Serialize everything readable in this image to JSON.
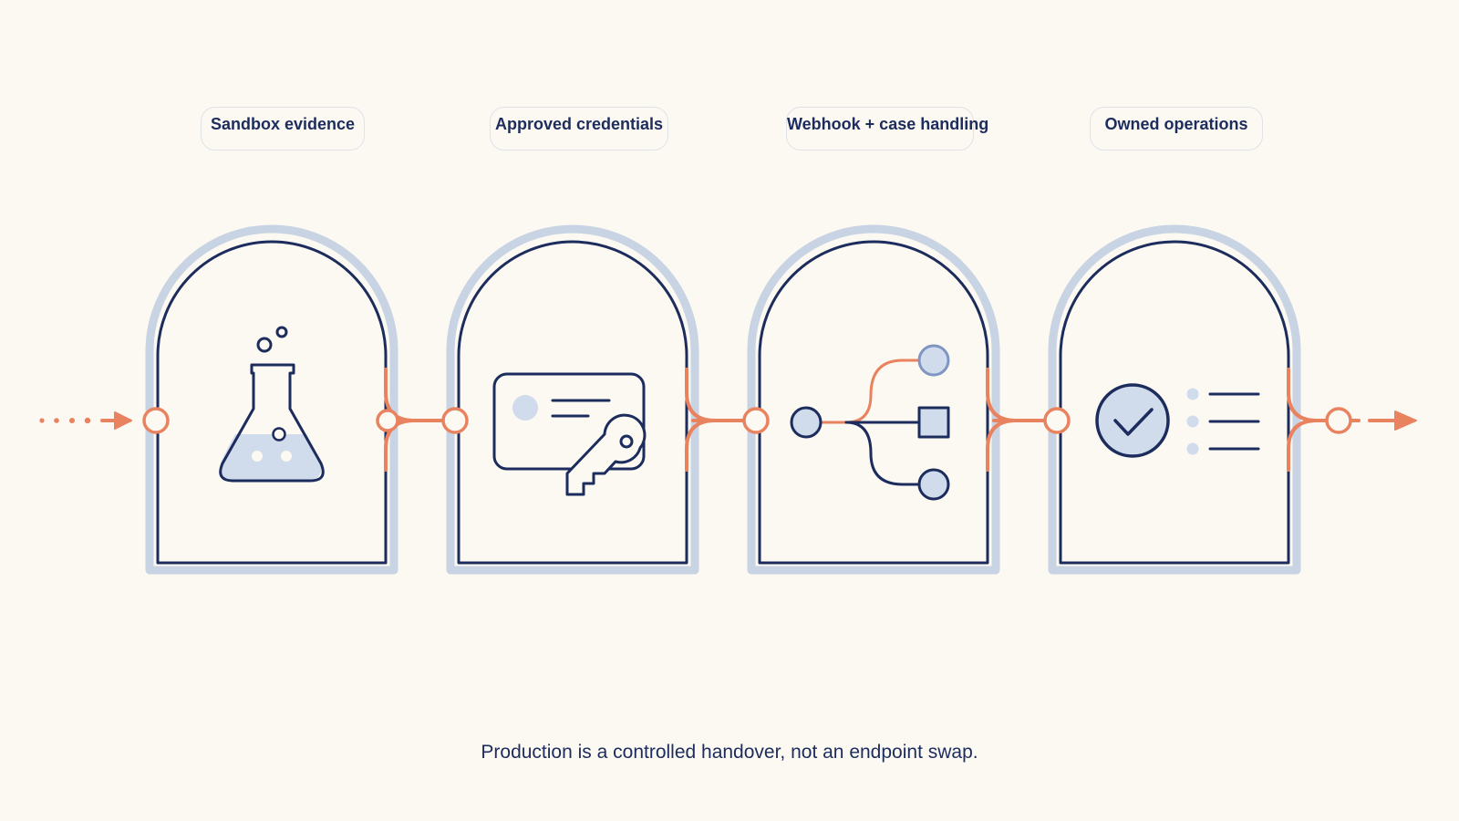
{
  "diagram": {
    "stages": [
      {
        "label": "Sandbox evidence",
        "icon": "flask-icon"
      },
      {
        "label": "Approved credentials",
        "icon": "credential-key-icon"
      },
      {
        "label": "Webhook + case handling",
        "icon": "branching-routes-icon"
      },
      {
        "label": "Owned operations",
        "icon": "checklist-icon"
      }
    ],
    "caption": "Production is a controlled handover, not an endpoint swap.",
    "colors": {
      "background": "#fcf9f3",
      "outline": "#1c2c5c",
      "halo": "#c8d3e3",
      "accent": "#e9825f",
      "fill": "#d0dbec"
    }
  }
}
